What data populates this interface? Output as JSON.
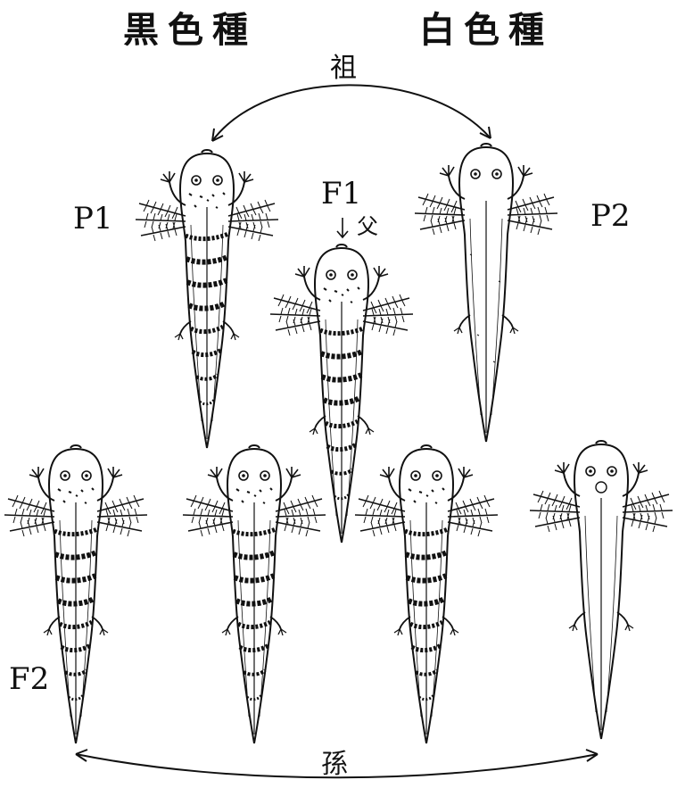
{
  "headers": {
    "black": "黒色種",
    "white": "白色種"
  },
  "relations": {
    "ancestor": "祖",
    "father": "父",
    "grandchild": "孫"
  },
  "generations": {
    "p1": "P1",
    "p2": "P2",
    "f1": "F1",
    "f2": "F2"
  },
  "colors": {
    "ink": "#111111",
    "paper": "#ffffff"
  }
}
